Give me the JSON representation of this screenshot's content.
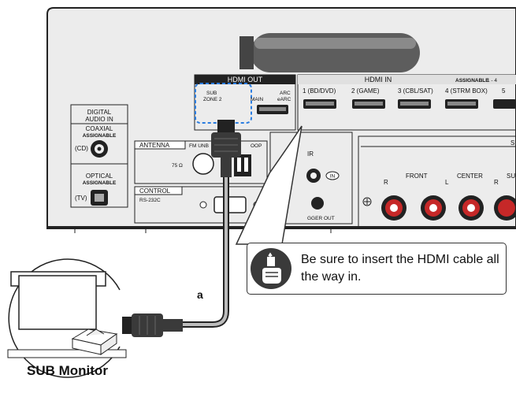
{
  "panel": {
    "hdmi_out_title": "HDMI OUT",
    "sub_zone_label_1": "SUB",
    "sub_zone_label_2": "ZONE 2",
    "main_label": "MAIN",
    "arc_label_1": "ARC",
    "arc_label_2": "eARC",
    "hdmi_in_title": "HDMI IN",
    "assignable_label": "ASSIGNABLE",
    "assignable_range": "1 - 4",
    "hdmi_in_ports": [
      "1 (BD/DVD)",
      "2 (GAME)",
      "3 (CBL/SAT)",
      "4 (STRM BOX)",
      "5"
    ],
    "digital_audio_in_1": "DIGITAL",
    "digital_audio_in_2": "AUDIO IN",
    "coaxial_label": "COAXIAL",
    "coaxial_assignable": "ASSIGNABLE",
    "cd_label": "(CD)",
    "optical_label": "OPTICAL",
    "optical_assignable": "ASSIGNABLE",
    "tv_label": "(TV)",
    "antenna_label": "ANTENNA",
    "fm_label": "FM UNB",
    "loop_label": "OOP",
    "ohm_label": "75 Ω",
    "control_label": "CONTROL",
    "rs232c_label": "RS-232C",
    "ir_label": "IR",
    "in_label": "IN",
    "trigger_label": "GGER OUT",
    "front_label": "FRONT",
    "center_label": "CENTER",
    "r_label": "R",
    "l_label": "L",
    "s_label": "S",
    "su_label": "SU"
  },
  "callout": {
    "text": "Be sure to insert the HDMI cable all the way in."
  },
  "cable_label": "a",
  "device_label": "SUB Monitor"
}
